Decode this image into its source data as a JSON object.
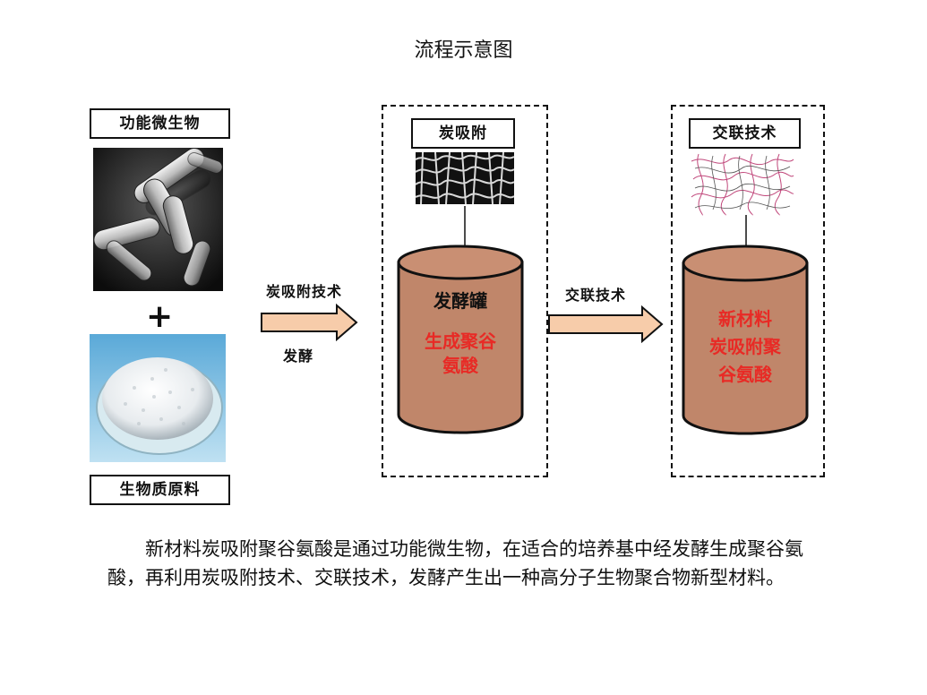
{
  "title": "流程示意图",
  "left": {
    "microbe_label": "功能微生物",
    "plus": "+",
    "material_label": "生物质原料"
  },
  "arrow1": {
    "label_top": "炭吸附技术",
    "label_bottom": "发酵"
  },
  "box1": {
    "header": "炭吸附",
    "tank_label": "发酵罐",
    "tank_product": [
      "生成聚谷",
      "氨酸"
    ]
  },
  "arrow2": {
    "label_top": "交联技术"
  },
  "box2": {
    "header": "交联技术",
    "tank_product": [
      "新材料",
      "炭吸附聚",
      "谷氨酸"
    ]
  },
  "description": "新材料炭吸附聚谷氨酸是通过功能微生物，在适合的培养基中经发酵生成聚谷氨酸，再利用炭吸附技术、交联技术，发酵产生出一种高分子生物聚合物新型材料。",
  "colors": {
    "tank_fill": "#c0866a",
    "tank_top": "#c98f73",
    "arrow_fill": "#f7ccaa",
    "product_text": "#e82a25"
  }
}
